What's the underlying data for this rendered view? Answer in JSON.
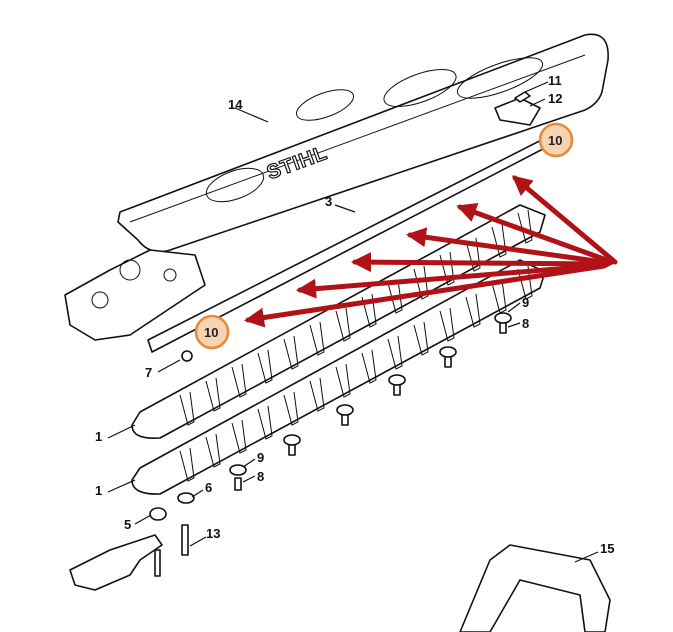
{
  "diagram": {
    "brand_logo": "STIHL",
    "labels": {
      "cover": "14",
      "screw_top": "11",
      "clip": "12",
      "bar": "3",
      "washer_right": "9",
      "screw_right": "8",
      "part_7": "7",
      "blade_upper": "1",
      "blade_lower": "1",
      "washer_mid": "9",
      "screw_mid": "8",
      "washer_6": "6",
      "nut_5": "5",
      "bolt_13": "13",
      "guard_15": "15"
    },
    "highlight_labels": [
      "10",
      "10"
    ],
    "colors": {
      "highlight": "#e8893a",
      "arrow": "#b01217"
    }
  }
}
